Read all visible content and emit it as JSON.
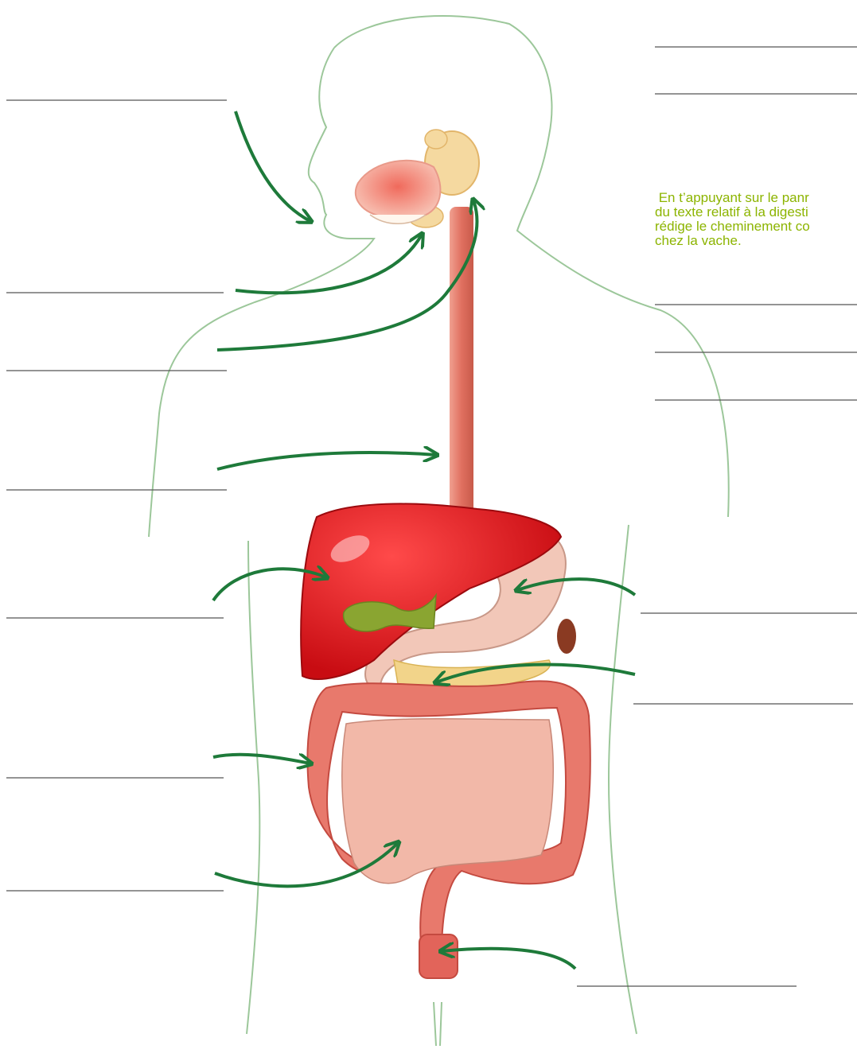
{
  "instruction": {
    "text": " En t’appuyant sur le panr\ndu texte relatif à la digesti\nrédige le cheminement co\nchez la vache."
  },
  "colors": {
    "body_outline": "#9cc79a",
    "arrow": "#1e7a3a",
    "label_line": "#555555",
    "liver": "#d9151b",
    "stomach": "#f2c7b8",
    "intestine": "#e8796c",
    "esophagus": "#e3816f",
    "instruction_text": "#8cb400"
  },
  "labels": {
    "left_count": 7,
    "right_count": 8
  }
}
